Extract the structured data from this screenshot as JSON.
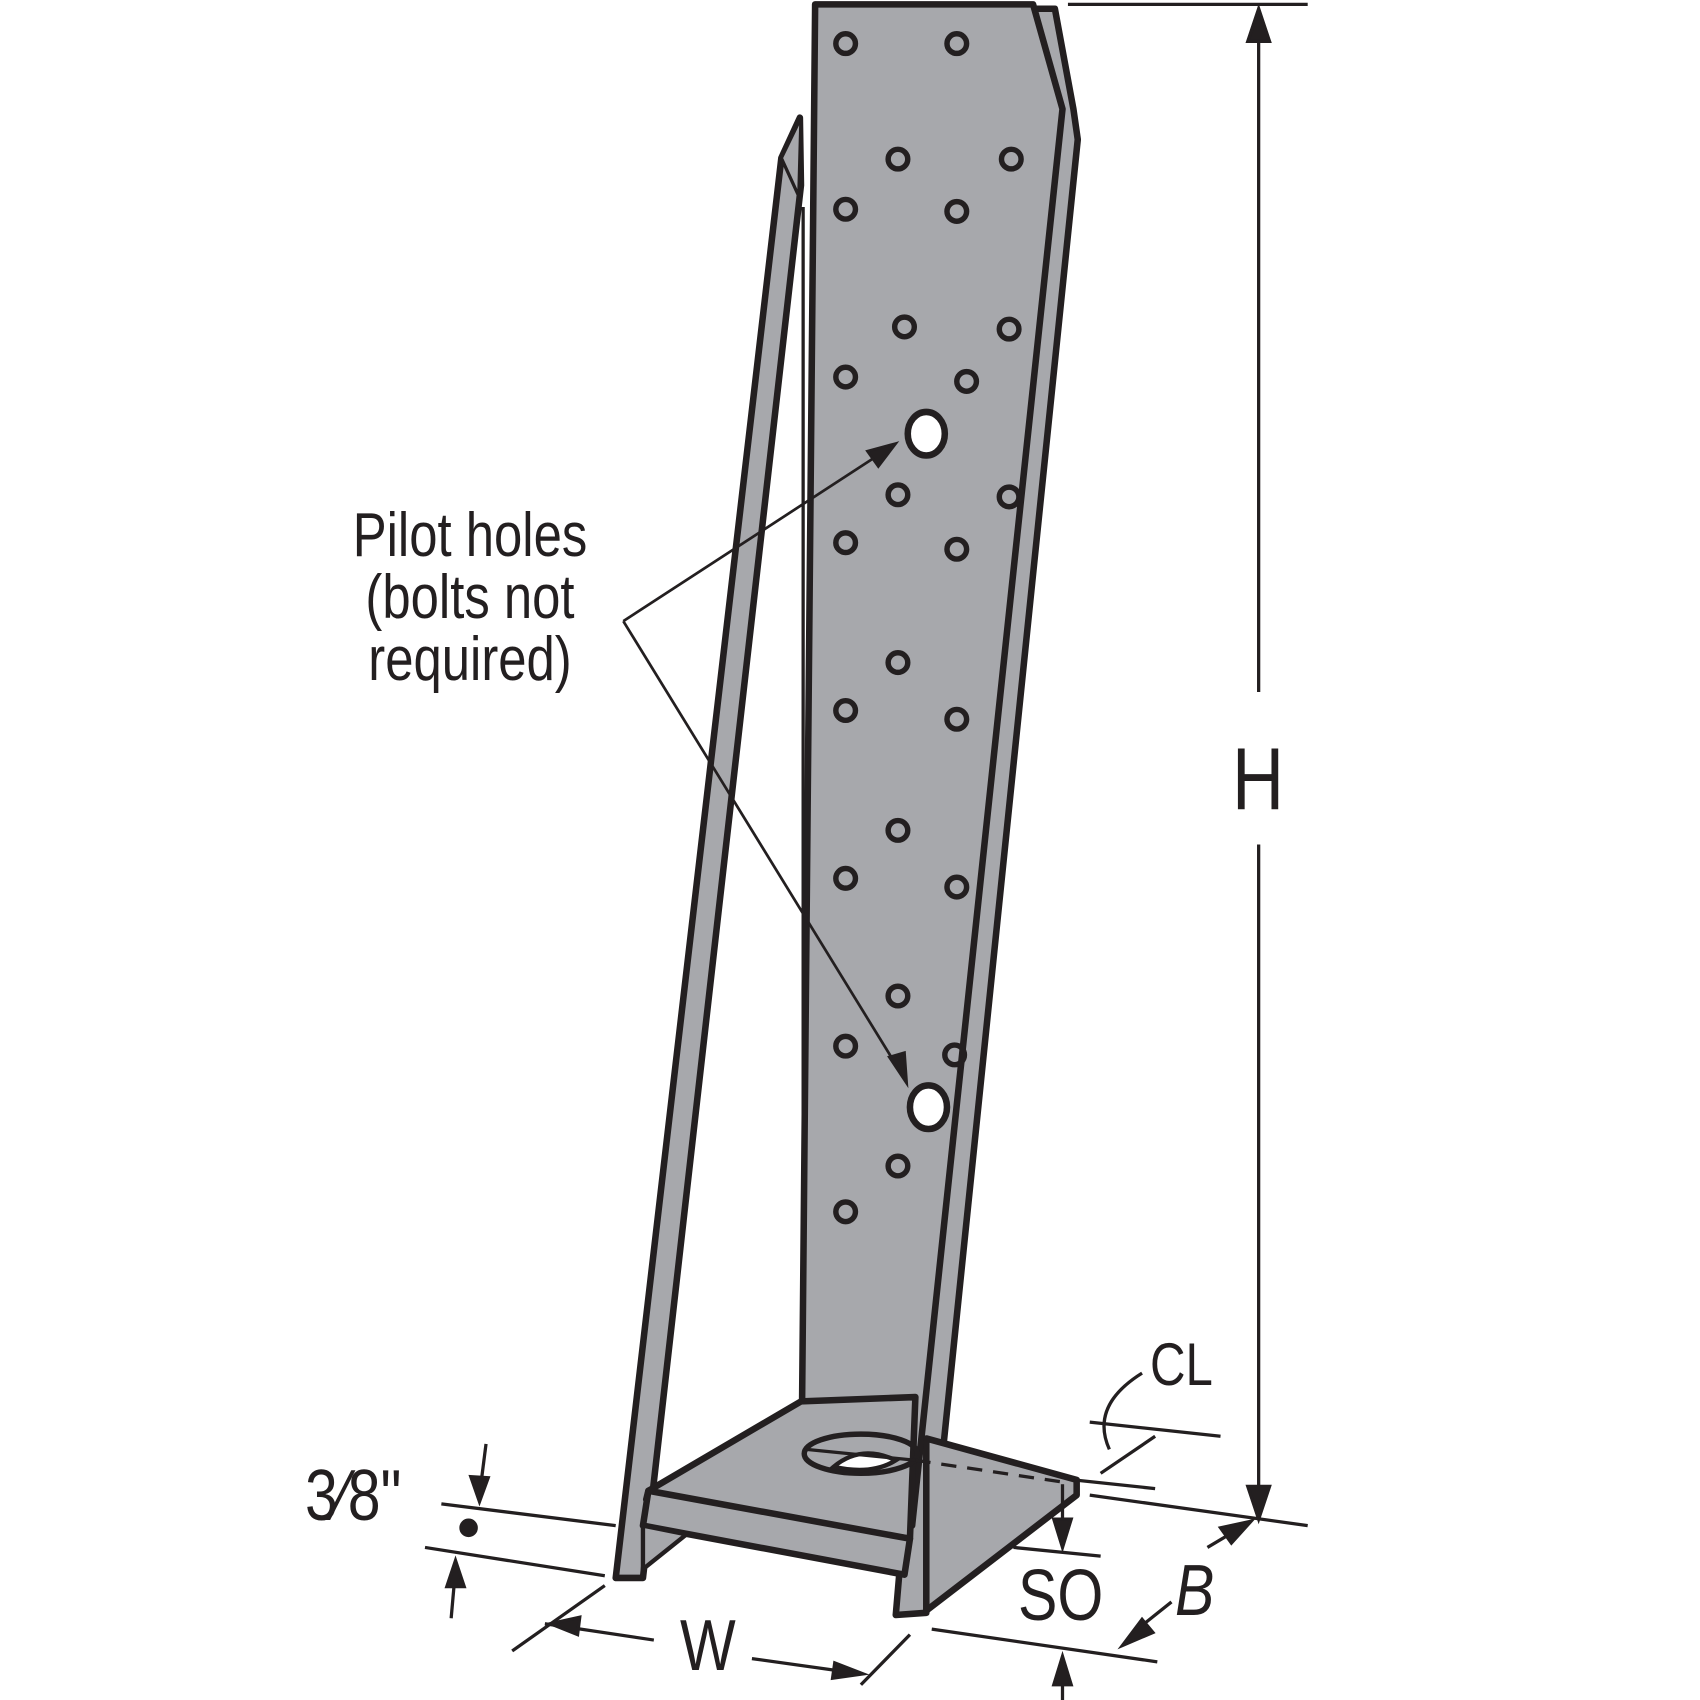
{
  "diagram": {
    "title": "Post base bracket dimensional drawing",
    "fill_color": "#a7a8ac",
    "line_color": "#231f20",
    "callout": {
      "lines": [
        "Pilot holes",
        "(bolts not",
        "required)"
      ]
    },
    "dimensions": {
      "height": "H",
      "width": "W",
      "base": "B",
      "standoff": "SO",
      "centerline": "CL",
      "thickness": "3⁄8\""
    }
  }
}
